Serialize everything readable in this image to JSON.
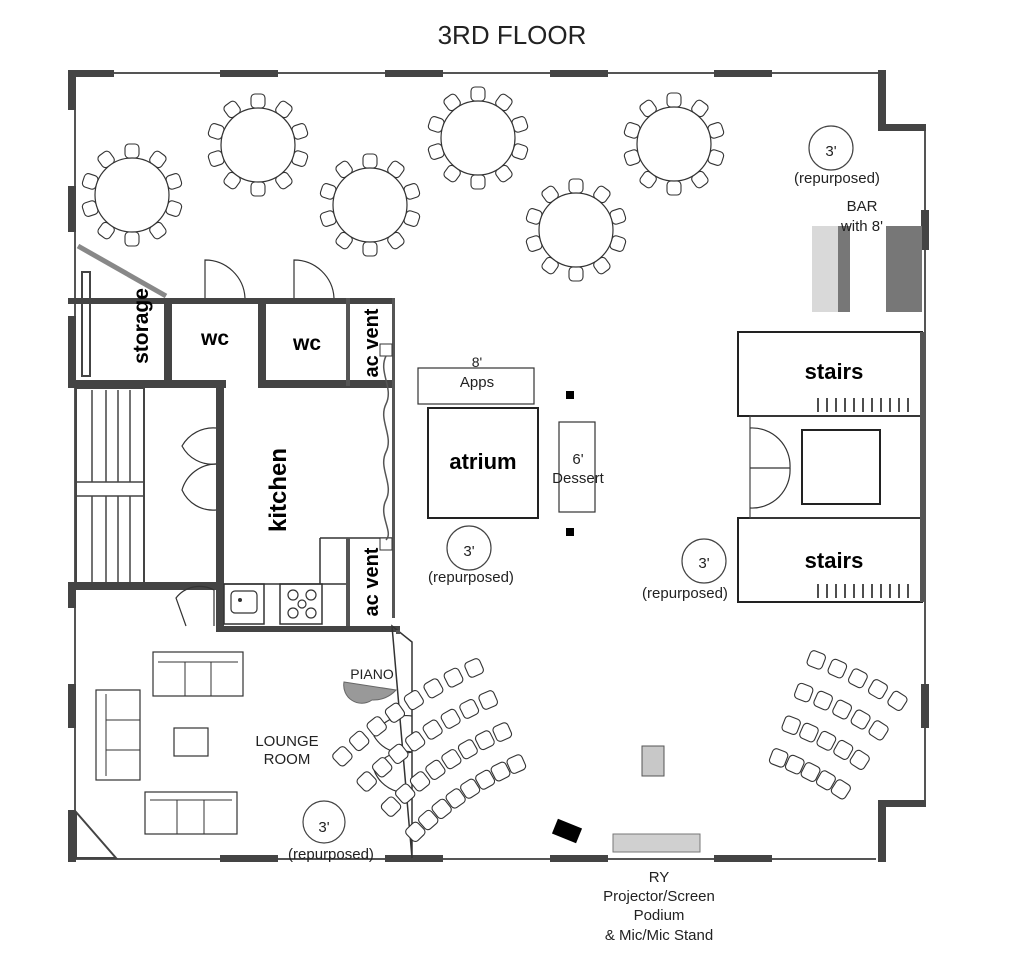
{
  "title": "3RD FLOOR",
  "rooms": {
    "storage": "storage",
    "wc1": "wc",
    "wc2": "wc",
    "ac_vent_top": "ac vent",
    "ac_vent_bottom": "ac vent",
    "kitchen": "kitchen",
    "atrium": "atrium",
    "stairs_top": "stairs",
    "stairs_bottom": "stairs",
    "lounge_line1": "LOUNGE",
    "lounge_line2": "ROOM",
    "piano": "PIANO"
  },
  "tables": {
    "apps_size": "8'",
    "apps_label": "Apps",
    "dessert_size": "6'",
    "dessert_label": "Dessert",
    "bar_line1": "BAR",
    "bar_line2": "with 8'",
    "round_size": "3'",
    "round_note": "(repurposed)"
  },
  "notes": {
    "ry": "RY",
    "projector": "Projector/Screen",
    "podium": "Podium",
    "mic": "& Mic/Mic Stand"
  },
  "colors": {
    "wall": "#444444",
    "piano": "#999999",
    "bar_light": "#d9d9d9",
    "bar_dark": "#777777"
  }
}
